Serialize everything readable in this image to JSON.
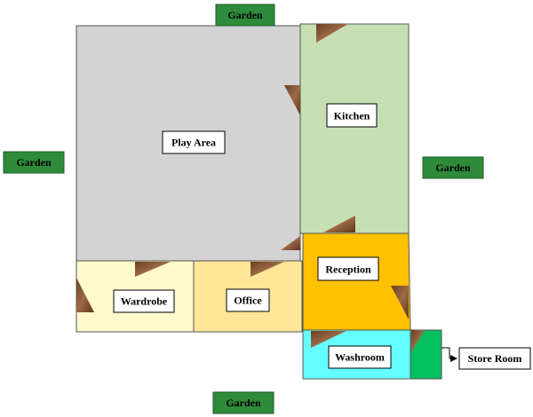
{
  "rooms": {
    "play_area": {
      "label": "Play Area",
      "color": "#d3d3d3"
    },
    "kitchen": {
      "label": "Kitchen",
      "color": "#c6e0b4"
    },
    "wardrobe": {
      "label": "Wardrobe",
      "color": "#fff9cc"
    },
    "office": {
      "label": "Office",
      "color": "#ffe699"
    },
    "reception": {
      "label": "Reception",
      "color": "#ffc000"
    },
    "washroom": {
      "label": "Washroom",
      "color": "#66ffff"
    },
    "store_closet": {
      "color": "#00c060"
    }
  },
  "outside": {
    "garden_top": "Garden",
    "garden_left": "Garden",
    "garden_right": "Garden",
    "garden_bottom": "Garden",
    "garden_color": "#2e8b3a",
    "store_room": "Store Room"
  },
  "door_color": "#8b5a3c"
}
